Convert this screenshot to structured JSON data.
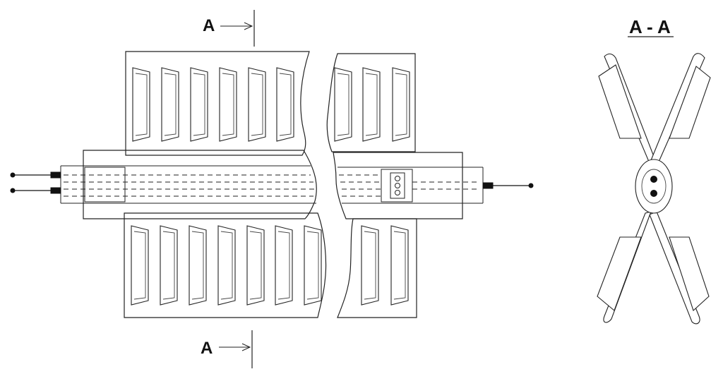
{
  "section_marker_top": {
    "letter": "A"
  },
  "section_marker_bottom": {
    "letter": "A"
  },
  "section_title": "A - A"
}
